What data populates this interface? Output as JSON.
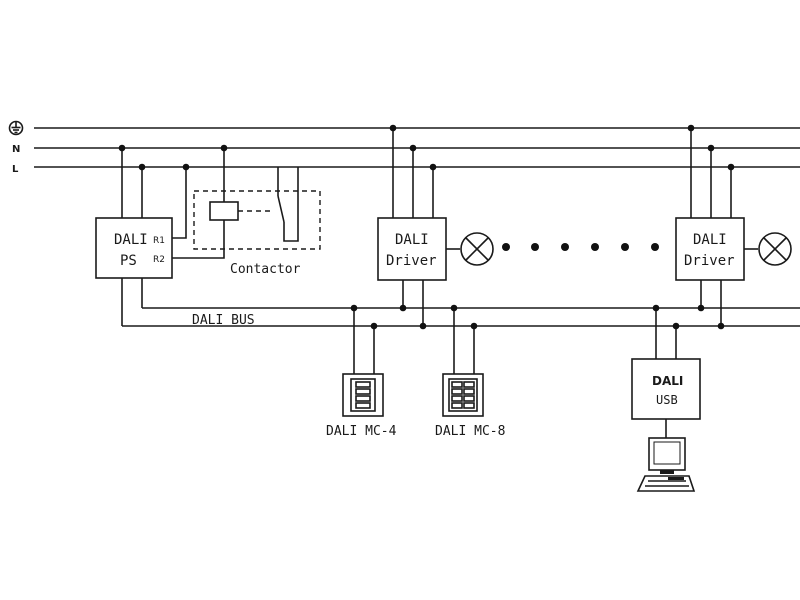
{
  "lines": {
    "earth_icon": "earth-ground-icon",
    "neutral_label": "N",
    "live_label": "L"
  },
  "power_supply": {
    "line1": "DALI",
    "line2": "PS",
    "r1": "R1",
    "r2": "R2"
  },
  "contactor": {
    "label": "Contactor"
  },
  "drivers": [
    {
      "line1": "DALI",
      "line2": "Driver"
    },
    {
      "line1": "DALI",
      "line2": "Driver"
    }
  ],
  "bus": {
    "label": "DALI BUS"
  },
  "controllers": [
    {
      "label": "DALI MC-4",
      "icon": "keypad-4-button-icon"
    },
    {
      "label": "DALI MC-8",
      "icon": "keypad-8-button-icon"
    }
  ],
  "usb": {
    "line1": "DALI",
    "line2": "USB",
    "pc_icon": "computer-icon"
  },
  "lamp_icon": "lamp-icon",
  "colors": {
    "ink": "#1a1a1a",
    "background": "#ffffff"
  }
}
